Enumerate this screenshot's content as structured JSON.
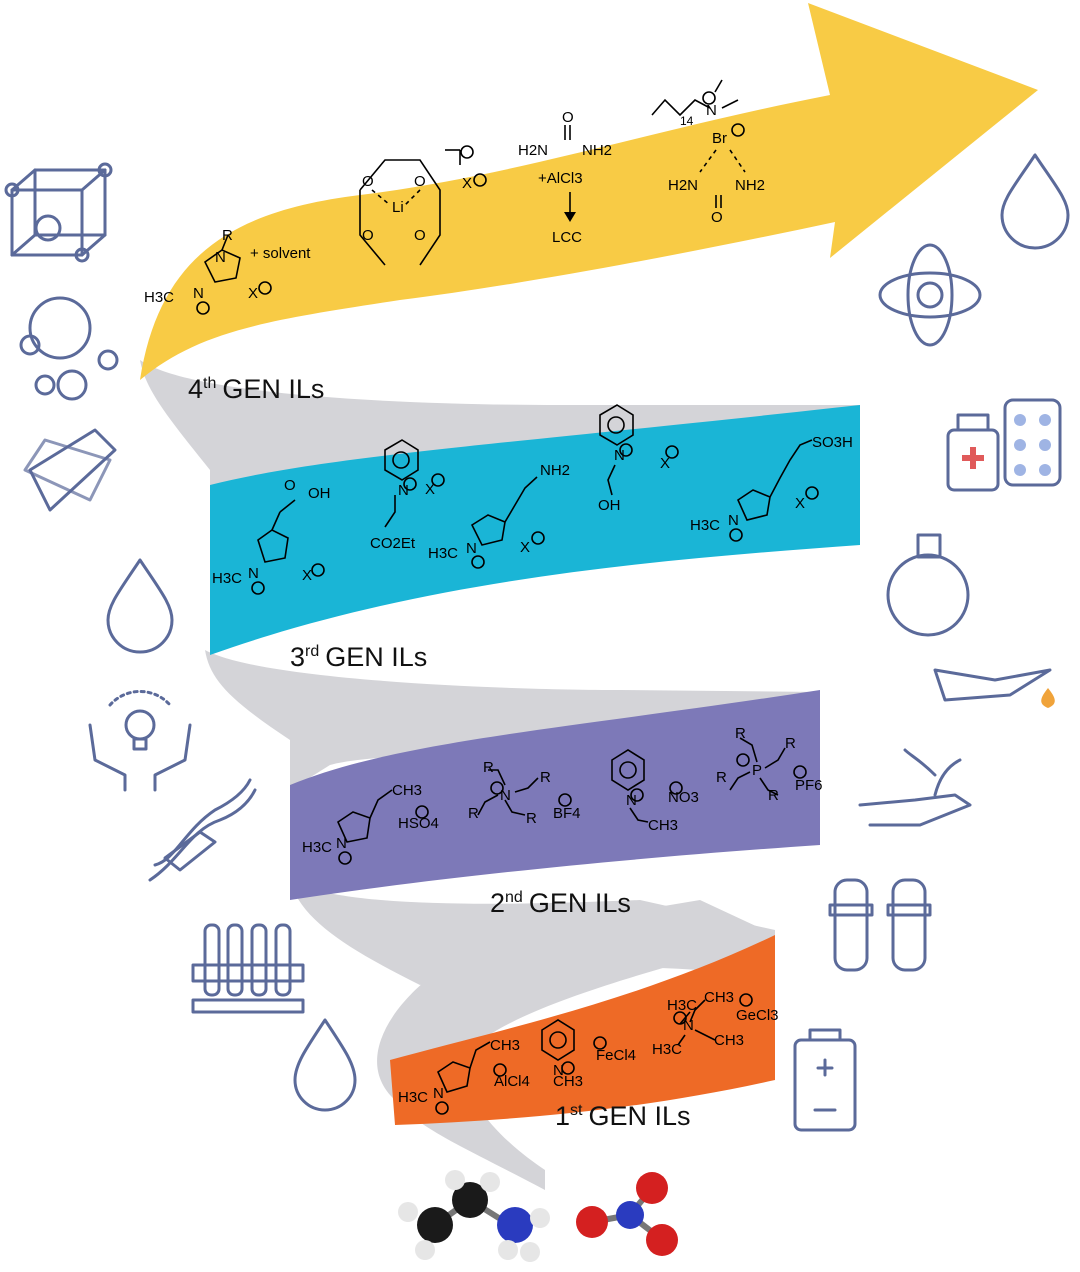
{
  "generations": {
    "gen4": {
      "ordinal": "4",
      "suffix": "th",
      "label": "GEN ILs",
      "color": "#f8cb45"
    },
    "gen3": {
      "ordinal": "3",
      "suffix": "rd",
      "label": "GEN ILs",
      "color": "#1ab5d6"
    },
    "gen2": {
      "ordinal": "2",
      "suffix": "nd",
      "label": "GEN ILs",
      "color": "#7d79b8"
    },
    "gen1": {
      "ordinal": "1",
      "suffix": "st",
      "label": "GEN ILs",
      "color": "#ee6a26"
    }
  },
  "chem": {
    "gen4": {
      "r": "R",
      "h3c": "H3C",
      "n": "N",
      "x": "X",
      "plus_solvent": "+ solvent",
      "o": "O",
      "li": "Li",
      "h2n": "H2N",
      "nh2": "NH2",
      "plus_alcl3": "+AlCl3",
      "lcc": "LCC",
      "sub14": "14",
      "br": "Br"
    },
    "gen3": {
      "oh": "OH",
      "h3c": "H3C",
      "n": "N",
      "x": "X",
      "co2et": "CO2Et",
      "nh2": "NH2",
      "so3h": "SO3H"
    },
    "gen2": {
      "ch3": "CH3",
      "hso4": "HSO4",
      "r": "R",
      "n": "N",
      "bf4": "BF4",
      "no3": "NO3",
      "p": "P",
      "pf6": "PF6",
      "h3c": "H3C"
    },
    "gen1": {
      "ch3": "CH3",
      "h3c": "H3C",
      "alcl4": "AlCl4",
      "fecl4": "FeCl4",
      "n": "N",
      "gecl3": "GeCl3"
    }
  },
  "icons": {
    "left": [
      "crystal-cube-icon",
      "bubbles-icon",
      "membrane-icon",
      "green-drop-icon",
      "hands-lightbulb-icon",
      "dna-icon",
      "test-tubes-rack-icon",
      "red-drop-icon"
    ],
    "right": [
      "water-drop-icon",
      "atom-icon",
      "medicine-icon",
      "flask-icon",
      "oil-can-icon",
      "plant-hand-icon",
      "vials-icon",
      "battery-icon"
    ],
    "bottom": [
      "ethylammonium-model-icon",
      "nitrate-model-icon"
    ]
  }
}
